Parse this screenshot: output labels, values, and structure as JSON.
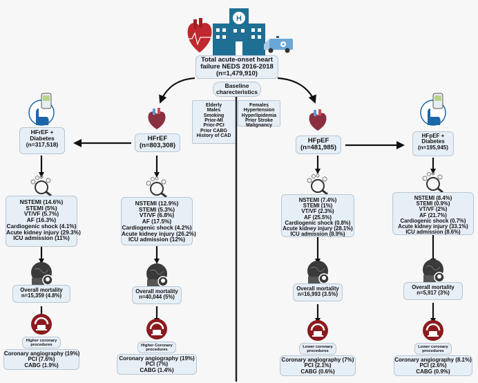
{
  "header": {
    "title_lines": [
      "Total acute-onset heart",
      "failure NEDS 2016-2018",
      "(n=1,479,910)"
    ]
  },
  "baseline": {
    "label_lines": [
      "Baseline",
      "charecteristics"
    ],
    "left_items": [
      "Elderly",
      "Males",
      "Smoking",
      "Prior-MI",
      "Prior-PCI",
      "Prior CABG",
      "History of CAD"
    ],
    "right_items": [
      "Females",
      "Hypertension",
      "Hyperlipidemia",
      "Prior Stroke",
      "Malignancy"
    ]
  },
  "groups": [
    {
      "id": "hfref-diabetes",
      "title_lines": [
        "HFrEF +",
        "Diabetes",
        "(n=317,518)"
      ],
      "outcomes": [
        "NSTEMI (14.6%)",
        "STEMI (5%)",
        "VT/VF (5.7%)",
        "AF (16.3%)",
        "Cardiogenic shock (4.1%)",
        "Acute kidney injury (29.3%)",
        "ICU admission (11%)"
      ],
      "mortality": [
        "Overall mortality",
        "n=15,359 (4.8%)"
      ],
      "procedure_label": [
        "Higher coronary",
        "procedures"
      ],
      "procedures": [
        "Coronary angiography (19%)",
        "PCI (7.6%)",
        "CABG (1.9%)"
      ]
    },
    {
      "id": "hfref",
      "title_lines": [
        "HFrEF",
        "(n=803,308)"
      ],
      "outcomes": [
        "NSTEMI (12.9%)",
        "STEMI (5.3%)",
        "VT/VF (6.8%)",
        "AF (17.5%)",
        "Cardiogenic shock (4.2%)",
        "Acute kidney injury (26.2%)",
        "ICU admission (12%)"
      ],
      "mortality": [
        "Overall mortality",
        "n=40,044 (5%)"
      ],
      "procedure_label": [
        "Higher Coronary",
        "procedures"
      ],
      "procedures": [
        "Coronary angiography (19%)",
        "PCI (7%)",
        "CABG (1.4%)"
      ]
    },
    {
      "id": "hfpef",
      "title_lines": [
        "HFpEF",
        "(n=481,985)"
      ],
      "outcomes": [
        "NSTEMI (7.4%)",
        "STEMI (1%)",
        "VT/VF (2.3%)",
        "AF (25.5%)",
        "Cardiogenic shock (0.8%)",
        "Acute kidney injury (28.1%)",
        "ICU admission (8.9%)"
      ],
      "mortality": [
        "Overall mortality",
        "n=16,993 (3.5%)"
      ],
      "procedure_label": [
        "Lower coronary",
        "procedures"
      ],
      "procedures": [
        "Coronary angiography (7%)",
        "PCI (2.1%)",
        "CABG (0.6%)"
      ]
    },
    {
      "id": "hfpef-diabetes",
      "title_lines": [
        "HFpEF +",
        "Diabetes",
        "(n=195,945)"
      ],
      "outcomes": [
        "NSTEMI (8.4%)",
        "STEMI (0.9%)",
        "VT/VF (2%)",
        "AF (21.7%)",
        "Cardiogenic shock (0.7%)",
        "Acute kidney injury (33.1%)",
        "ICU admission (8.6%)"
      ],
      "mortality": [
        "Overall mortality",
        "n=5,917 (3%)"
      ],
      "procedure_label": [
        "Lower coronary",
        "procedures"
      ],
      "procedures": [
        "Coronary angiography (8.1%)",
        "PCI (2.6%)",
        "CABG (0.9%)"
      ]
    }
  ],
  "colors": {
    "background": "#f7f7f7",
    "box_fill": "#e6eef6",
    "box_border": "#b9c6d3",
    "hospital_blue": "#1f6f94",
    "heart_red": "#c0282d",
    "procedure_red": "#8b1a1e",
    "mortality_dark": "#3a3a3a",
    "diabetes_blue": "#1a66a8"
  }
}
